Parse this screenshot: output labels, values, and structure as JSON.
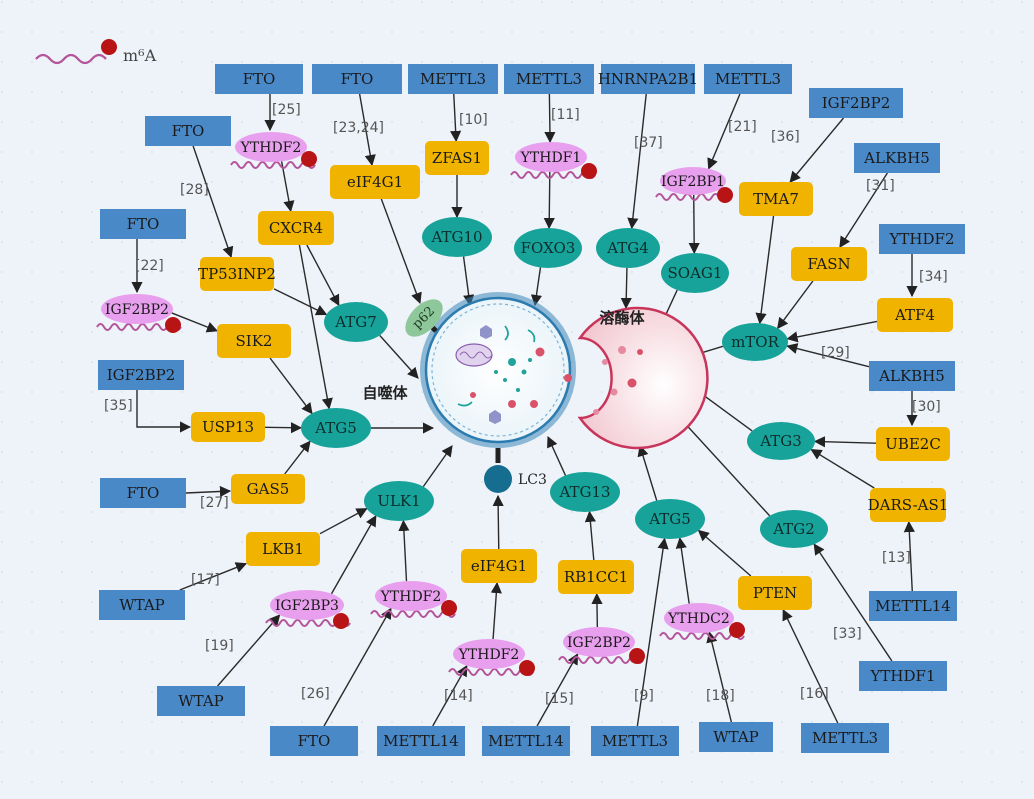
{
  "legend": {
    "label": "m⁶A"
  },
  "colors": {
    "blue": "#4a89c8",
    "orange": "#f0b400",
    "teal": "#18a39a",
    "pink": "#e8a0ee",
    "green": "#8ec79a",
    "red": "#b81416",
    "wave": "#b4549a"
  },
  "labels": {
    "autophagosome": "自噬体",
    "lysosome": "溶酶体",
    "lc3": "LC3",
    "p62": "p62"
  },
  "nodes": {
    "n1": "FTO",
    "n2": "FTO",
    "n3": "METTL3",
    "n4": "METTL3",
    "n5": "HNRNPA2B1",
    "n6": "METTL3",
    "n7": "IGF2BP2",
    "n8": "FTO",
    "n9": "ALKBH5",
    "n10": "FTO",
    "n11": "YTHDF2",
    "n12": "IGF2BP2",
    "n13": "ALKBH5",
    "n14": "FTO",
    "n15": "WTAP",
    "n16": "WTAP",
    "n17": "FTO",
    "n18": "METTL14",
    "n19": "METTL14",
    "n20": "METTL3",
    "n21": "WTAP",
    "n22": "METTL3",
    "n23": "METTL14",
    "n24": "YTHDF1",
    "o1": "eIF4G1",
    "o2": "ZFAS1",
    "o3": "CXCR4",
    "o4": "TP53INP2",
    "o5": "TMA7",
    "o6": "FASN",
    "o7": "ATF4",
    "o8": "SIK2",
    "o9": "USP13",
    "o10": "GAS5",
    "o11": "UBE2C",
    "o12": "DARS-AS1",
    "o13": "LKB1",
    "o14": "eIF4G1",
    "o15": "RB1CC1",
    "o16": "PTEN",
    "t1": "ATG10",
    "t2": "FOXO3",
    "t3": "ATG4",
    "t4": "SOAG1",
    "t5": "ATG7",
    "t6": "mTOR",
    "t7": "ATG5",
    "t8": "ATG3",
    "t9": "ULK1",
    "t10": "ATG13",
    "t11": "ATG5",
    "t12": "ATG2",
    "r1": "YTHDF2",
    "r2": "YTHDF1",
    "r3": "IGF2BP1",
    "r4": "IGF2BP2",
    "r5": "IGF2BP3",
    "r6": "YTHDF2",
    "r7": "YTHDF2",
    "r8": "IGF2BP2",
    "r9": "YTHDC2"
  },
  "refs": {
    "c1": "[25]",
    "c2": "[23,24]",
    "c3": "[10]",
    "c4": "[11]",
    "c5": "[37]",
    "c6": "[21]",
    "c7": "[36]",
    "c8": "[28]",
    "c9": "[31]",
    "c10": "[22]",
    "c11": "[34]",
    "c12": "[29]",
    "c13": "[35]",
    "c14": "[30]",
    "c15": "[27]",
    "c16": "[13]",
    "c17": "[17]",
    "c18": "[19]",
    "c19": "[33]",
    "c20": "[26]",
    "c21": "[14]",
    "c22": "[15]",
    "c23": "[9]",
    "c24": "[18]",
    "c25": "[16]"
  }
}
